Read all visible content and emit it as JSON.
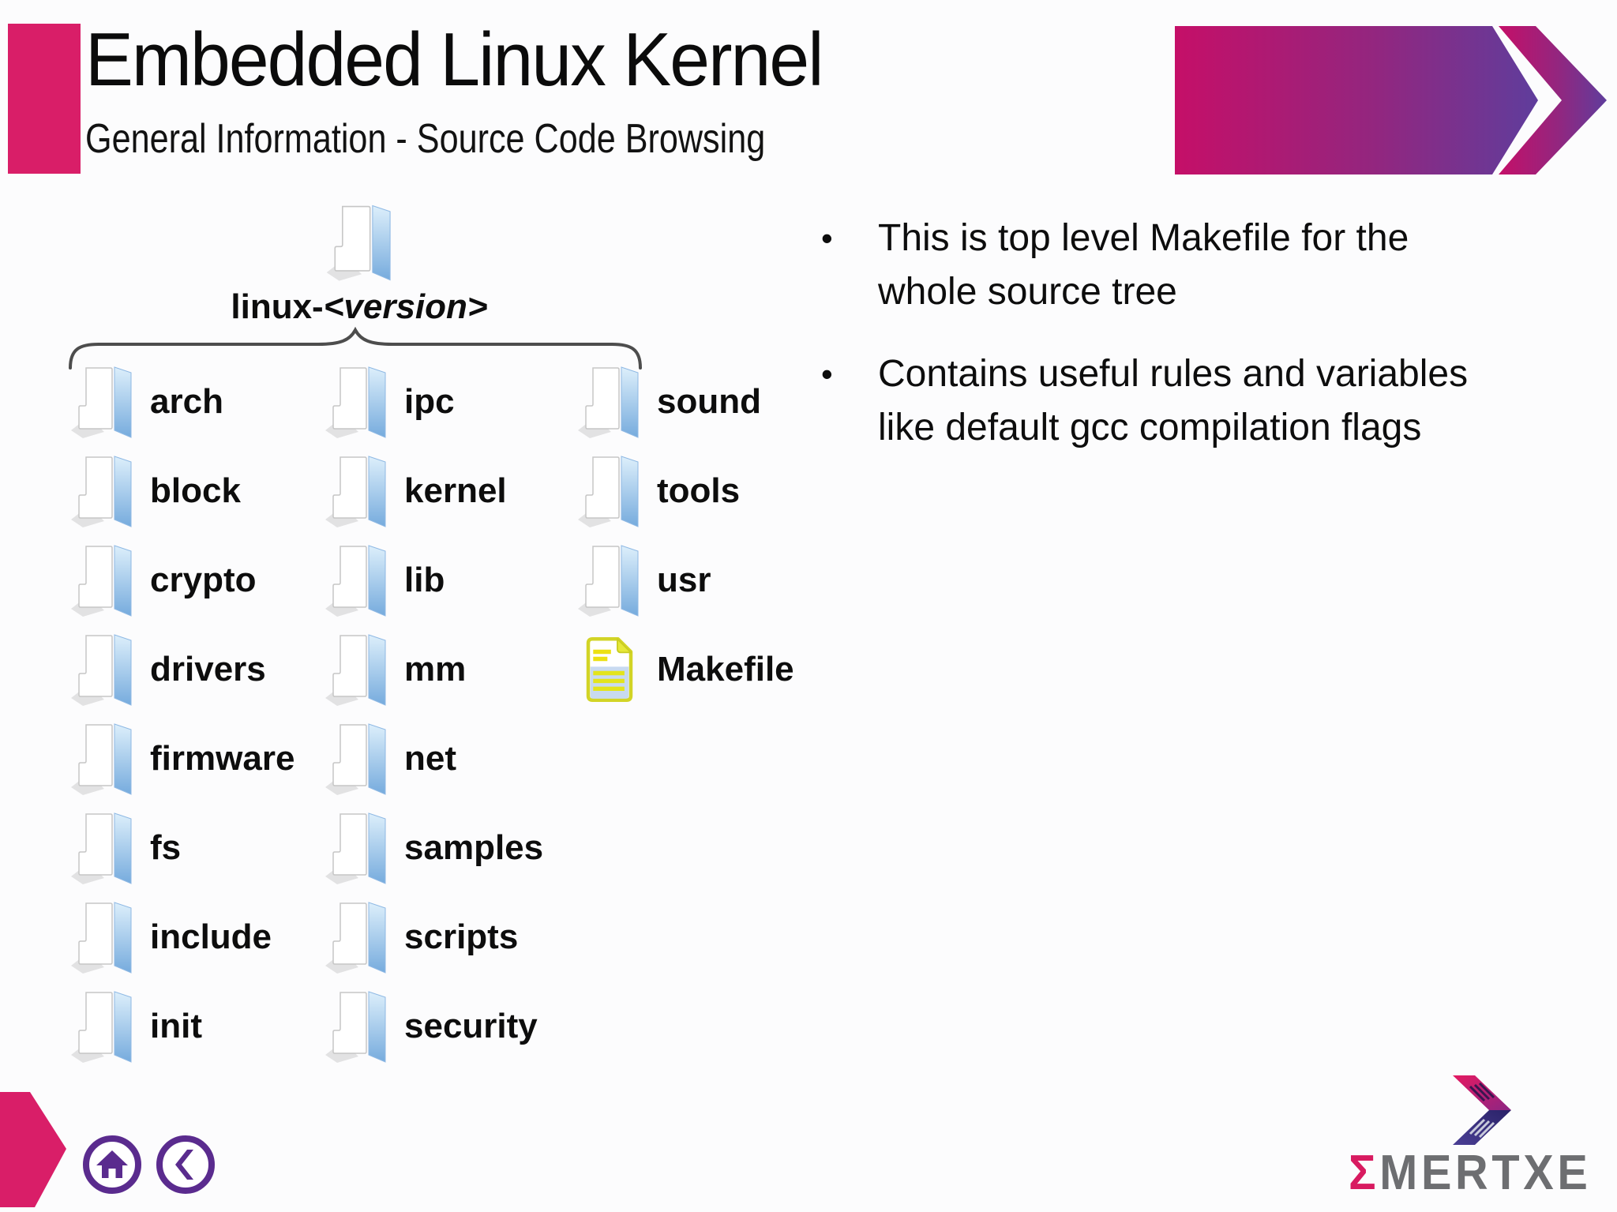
{
  "header": {
    "title": "Embedded Linux Kernel",
    "subtitle": "General Information - Source Code Browsing"
  },
  "tree": {
    "root_prefix": "linux-",
    "root_version": "<version>",
    "col1": [
      "arch",
      "block",
      "crypto",
      "drivers",
      "firmware",
      "fs",
      "include",
      "init"
    ],
    "col2": [
      "ipc",
      "kernel",
      "lib",
      "mm",
      "net",
      "samples",
      "scripts",
      "security"
    ],
    "col3": [
      "sound",
      "tools",
      "usr"
    ],
    "file_label": "Makefile"
  },
  "bullets": {
    "marker": "•",
    "item1": "This is top level Makefile for the whole source tree",
    "item2": "Contains useful rules and variables like default gcc compilation flags"
  },
  "footer": {
    "logo_sigma": "Σ",
    "logo_text": "MERTXE"
  },
  "icons": {
    "folder": "folder-icon",
    "file": "makefile-file-icon",
    "home": "home-icon",
    "back": "back-chevron-icon",
    "header_decoration": "forward-arrows-decoration",
    "logo_mark": "emertxe-chevron-logo"
  },
  "colors": {
    "accent_pink": "#d91e68",
    "gradient_start": "#c50f68",
    "gradient_mid": "#93267f",
    "gradient_end": "#5f3d9c",
    "nav_purple": "#5a2b8e",
    "folder_blue_top": "#ddeffb",
    "folder_blue_bottom": "#76abdd",
    "file_yellow_border": "#d2d426",
    "file_blue_area": "#c8daf0",
    "text_black": "#0d0d0d",
    "logo_gray": "#6d6e71"
  }
}
